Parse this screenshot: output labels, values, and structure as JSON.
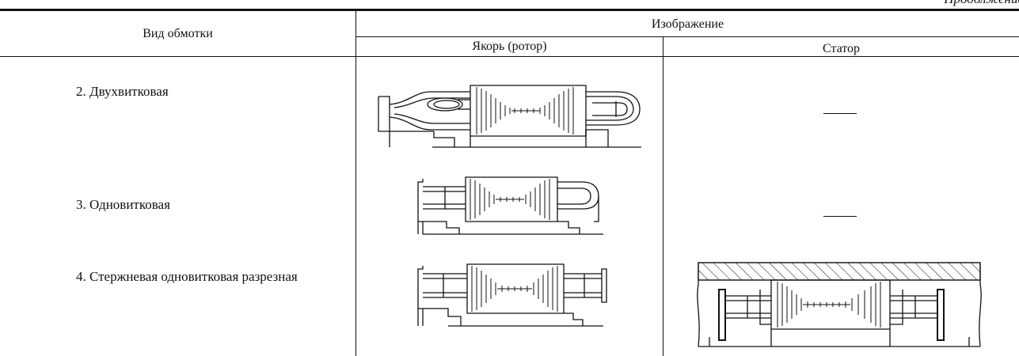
{
  "page": {
    "continuation_note": "Продолжение"
  },
  "table": {
    "headers": {
      "winding_type": "Вид обмотки",
      "image": "Изображение",
      "armature": "Якорь (ротор)",
      "stator": "Статор"
    },
    "rows": [
      {
        "label": "2. Двухвитковая",
        "armature_drawing": "two-turn-armature-drawing",
        "stator": "——"
      },
      {
        "label": "3. Одновитковая",
        "armature_drawing": "single-turn-armature-drawing",
        "stator": "——"
      },
      {
        "label": "4. Стержневая одновитковая разрезная",
        "armature_drawing": "bar-split-armature-drawing",
        "stator_drawing": "bar-split-stator-drawing"
      }
    ]
  }
}
